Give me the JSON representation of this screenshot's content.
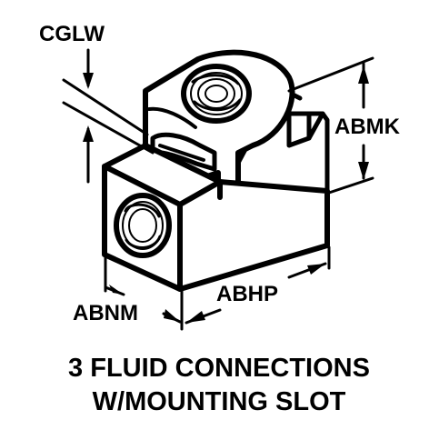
{
  "dimensions": {
    "cglw": "CGLW",
    "abmk": "ABMK",
    "abhp": "ABHP",
    "abnm": "ABNM"
  },
  "caption": {
    "line1": "3 FLUID CONNECTIONS",
    "line2": "W/MOUNTING SLOT"
  },
  "colors": {
    "ink": "#000000",
    "paper": "#ffffff"
  }
}
